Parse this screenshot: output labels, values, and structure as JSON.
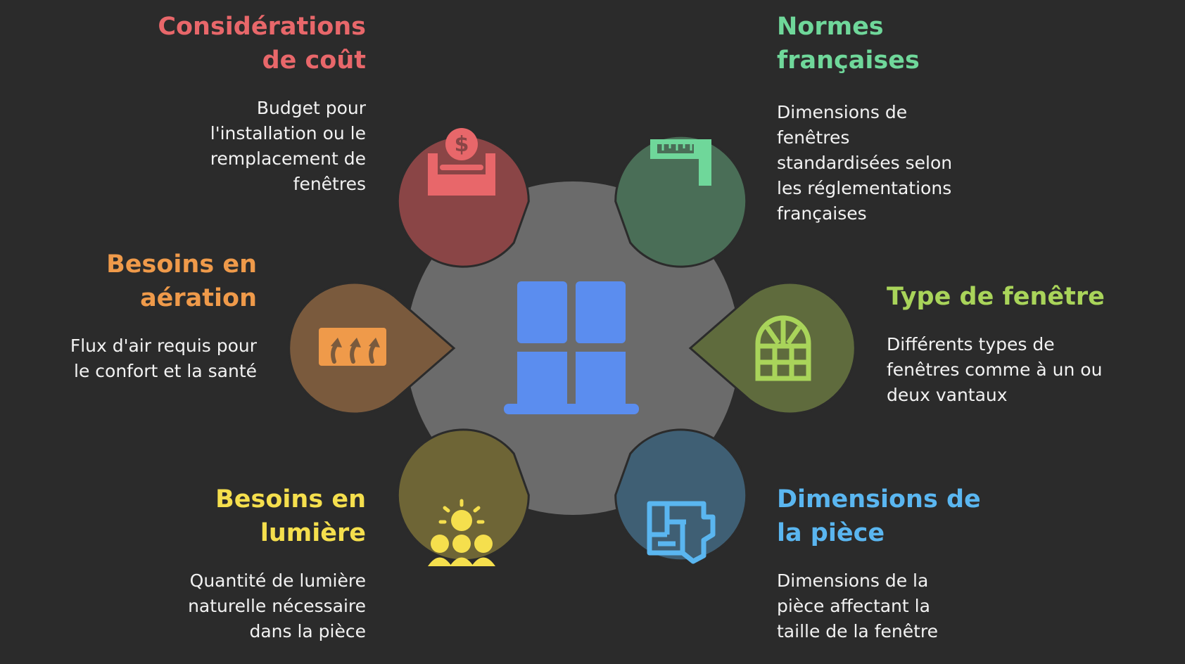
{
  "colors": {
    "background": "#2b2b2b",
    "hub": "#6b6b6b",
    "hub_icon": "#5b8def",
    "cost": "#e8676a",
    "norms": "#6fd79a",
    "aeration": "#ef9a4a",
    "type": "#a9d45a",
    "light": "#f5df4d",
    "room": "#5ab6f0"
  },
  "hub": {
    "icon": "window-icon"
  },
  "sections": [
    {
      "id": "cost",
      "icon": "money-box-icon",
      "title_lines": [
        "Considérations",
        "de coût"
      ],
      "desc_lines": [
        "Budget pour",
        "l'installation ou le",
        "remplacement de",
        "fenêtres"
      ]
    },
    {
      "id": "norms",
      "icon": "ruler-square-icon",
      "title_lines": [
        "Normes",
        "françaises"
      ],
      "desc_lines": [
        "Dimensions de",
        "fenêtres",
        "standardisées selon",
        "les réglementations",
        "françaises"
      ]
    },
    {
      "id": "aeration",
      "icon": "airflow-icon",
      "title_lines": [
        "Besoins en",
        "aération"
      ],
      "desc_lines": [
        "Flux d'air requis pour",
        "le confort et la santé"
      ]
    },
    {
      "id": "type",
      "icon": "arched-window-icon",
      "title_lines": [
        "Type de fenêtre"
      ],
      "desc_lines": [
        "Différents types de",
        "fenêtres comme à un ou",
        "deux vantaux"
      ]
    },
    {
      "id": "light",
      "icon": "sun-people-icon",
      "title_lines": [
        "Besoins en",
        "lumière"
      ],
      "desc_lines": [
        "Quantité de lumière",
        "naturelle nécessaire",
        "dans la pièce"
      ]
    },
    {
      "id": "room",
      "icon": "floor-plan-icon",
      "title_lines": [
        "Dimensions de",
        "la pièce"
      ],
      "desc_lines": [
        "Dimensions de la",
        "pièce affectant la",
        "taille de la fenêtre"
      ]
    }
  ]
}
